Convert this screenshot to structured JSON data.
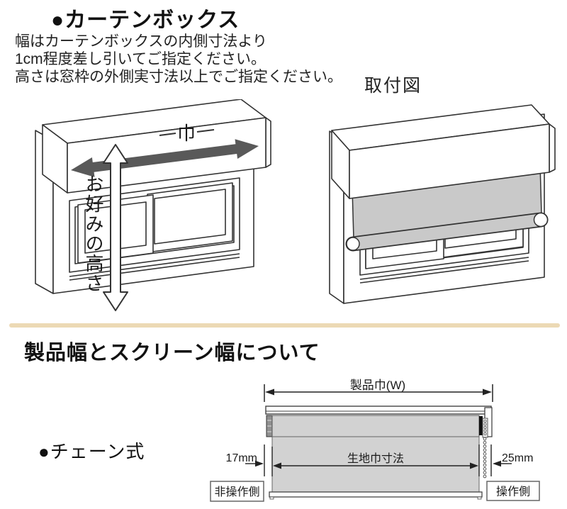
{
  "colors": {
    "divider": "#ecd9b4",
    "width_arrow": "#595959",
    "screen_gray": "#c9c9c9",
    "fabric_gray": "#d2d2d2",
    "line": "#333333"
  },
  "section_curtain_box": {
    "heading": "●カーテンボックス",
    "description_lines": [
      "幅はカーテンボックスの内側寸法より",
      "1cm程度差し引いてご指定ください。",
      "高さは窓枠の外側実寸法以上でご指定ください。"
    ],
    "installation_diagram_label": "取付図",
    "measurement_diagram": {
      "width_label": "巾",
      "height_label": "お好みの高さ"
    }
  },
  "section_product_width": {
    "heading": "製品幅とスクリーン幅について",
    "chain_type_label": "●チェーン式",
    "diagram": {
      "product_width_label": "製品巾(W)",
      "fabric_width_label": "生地巾寸法",
      "left_offset_label": "17mm",
      "right_offset_label": "25mm",
      "non_operation_side_label": "非操作側",
      "operation_side_label": "操作側"
    }
  }
}
